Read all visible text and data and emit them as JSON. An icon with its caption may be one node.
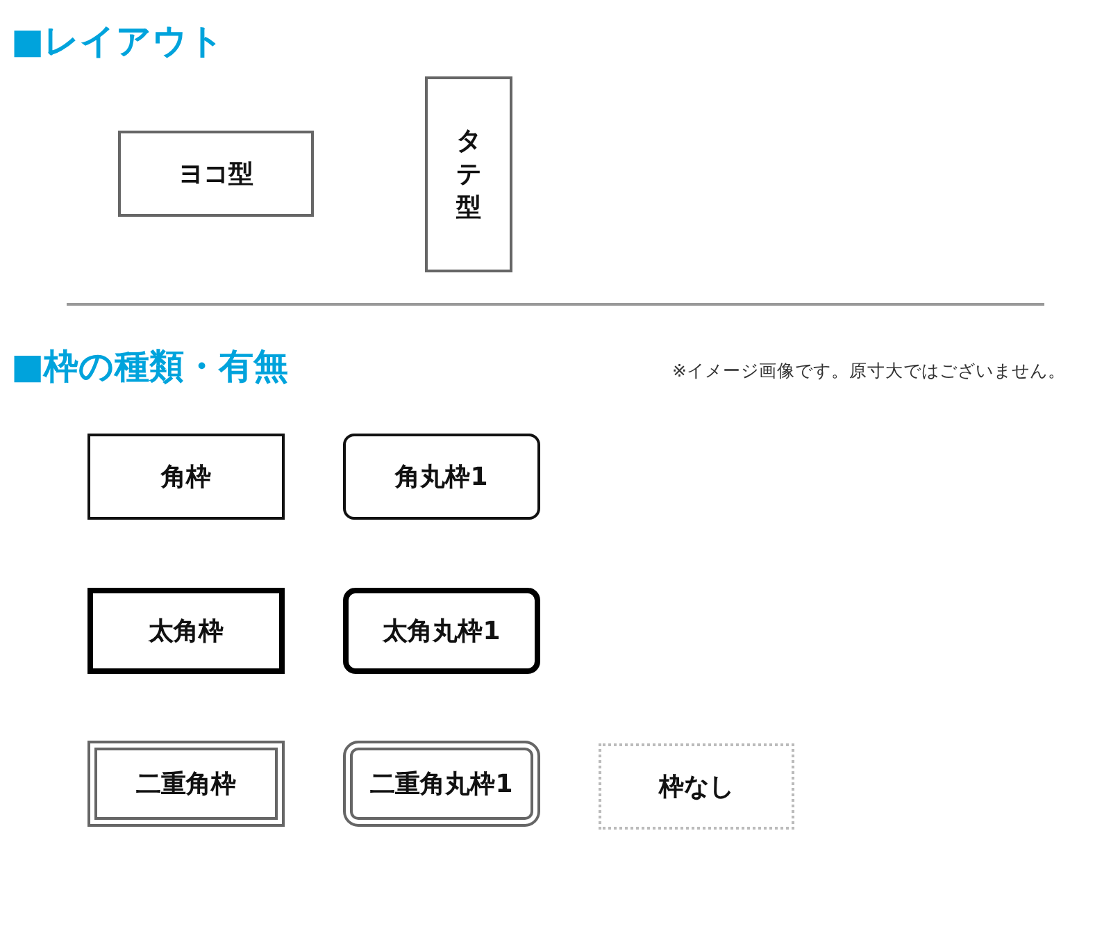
{
  "diagram": {
    "nodes": [
      {
        "text": [
          "ヨコ型"
        ]
      },
      {
        "text": [
          "タテ型"
        ]
      },
      {
        "text": [
          "角枠"
        ]
      },
      {
        "text": [
          "角丸枠1"
        ]
      },
      {
        "text": [
          "太角枠"
        ]
      },
      {
        "text": [
          "太角丸枠1"
        ]
      },
      {
        "text": [
          "二重角枠"
        ]
      },
      {
        "text": [
          "二重角丸枠1"
        ]
      },
      {
        "text": [
          "枠なし"
        ]
      }
    ],
    "labels": [
      "■レイアウト",
      "■枠の種類・有無",
      "※イメージ画像です。原寸大ではございません。"
    ]
  }
}
